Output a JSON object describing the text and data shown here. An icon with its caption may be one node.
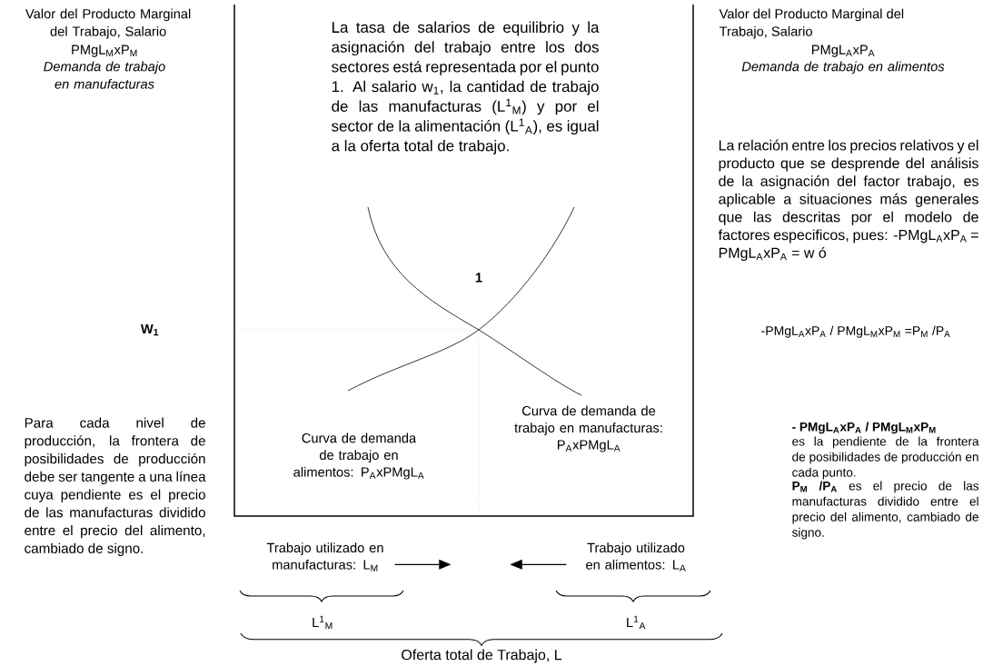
{
  "diagram": {
    "nodes": [
      {
        "text": [
          "Trabajo utilizado en manufacturas: L$_{M}$"
        ]
      },
      {
        "text": [
          "Trabajo utilizado en alimentos: L$_{A}$"
        ]
      }
    ],
    "edges": [
      {
        "from": 0,
        "to": null,
        "arrow": "to"
      },
      {
        "from": 1,
        "to": null,
        "arrow": "to"
      }
    ],
    "labels": [
      "Valor del Producto Marginal del Trabajo, Salario",
      "PMgL$_{M}$xP$_{M}$",
      "Demanda de trabajo en manufacturas",
      "La tasa de salarios de equilibrio y la asignación del trabajo entre los dos sectores está representada por el punto 1. Al salario w$_{1}$, la cantidad de trabajo de las manufacturas (L$^{1}$$_{M}$) y por el sector de la alimentación (L$^{1}$$_{A}$), es igual a la oferta total de trabajo.",
      "Valor del Producto Marginal del Trabajo, Salario",
      "PMgL$_{A}$xP$_{A}$",
      "Demanda de trabajo en alimentos",
      "La relación entre los precios relativos y el producto que se desprende del análisis de la asignación del factor trabajo, es aplicable a situaciones más generales que las descritas por el modelo de factores especificos, pues: -PMgL$_{A}$xP$_{A}$ = PMgL$_{A}$xP$_{A}$ = w ó",
      "-PMgL$_{A}$xP$_{A}$ / PMgL$_{M}$xP$_{M}$ =P$_{M}$ /P$_{A}$",
      "1",
      "W$_{1}$",
      "Curva de demanda de trabajo en alimentos: P$_{A}$xPMgL$_{A}$",
      "Curva de demanda de trabajo en manufacturas: P$_{A}$xPMgL$_{A}$",
      "Para cada nivel de producción, la frontera de posibilidades de producción debe ser tangente a una línea cuya pendiente es el precio de las manufacturas dividido entre el precio del alimento, cambiado de signo.",
      "- PMgL$_{A}$xP$_{A}$ / PMgL$_{M}$xP$_{M}$",
      "es la pendiente de la frontera de posibilidades de producción en cada punto.",
      "**P$_{M}$ /P$_{A}$** es el precio de las manufacturas dividido entre el precio del alimento, cambiado de signo.",
      "L$^{1}$$_{M}$",
      "L$^{1}$$_{A}$",
      "Oferta total de Trabajo, L"
    ]
  }
}
